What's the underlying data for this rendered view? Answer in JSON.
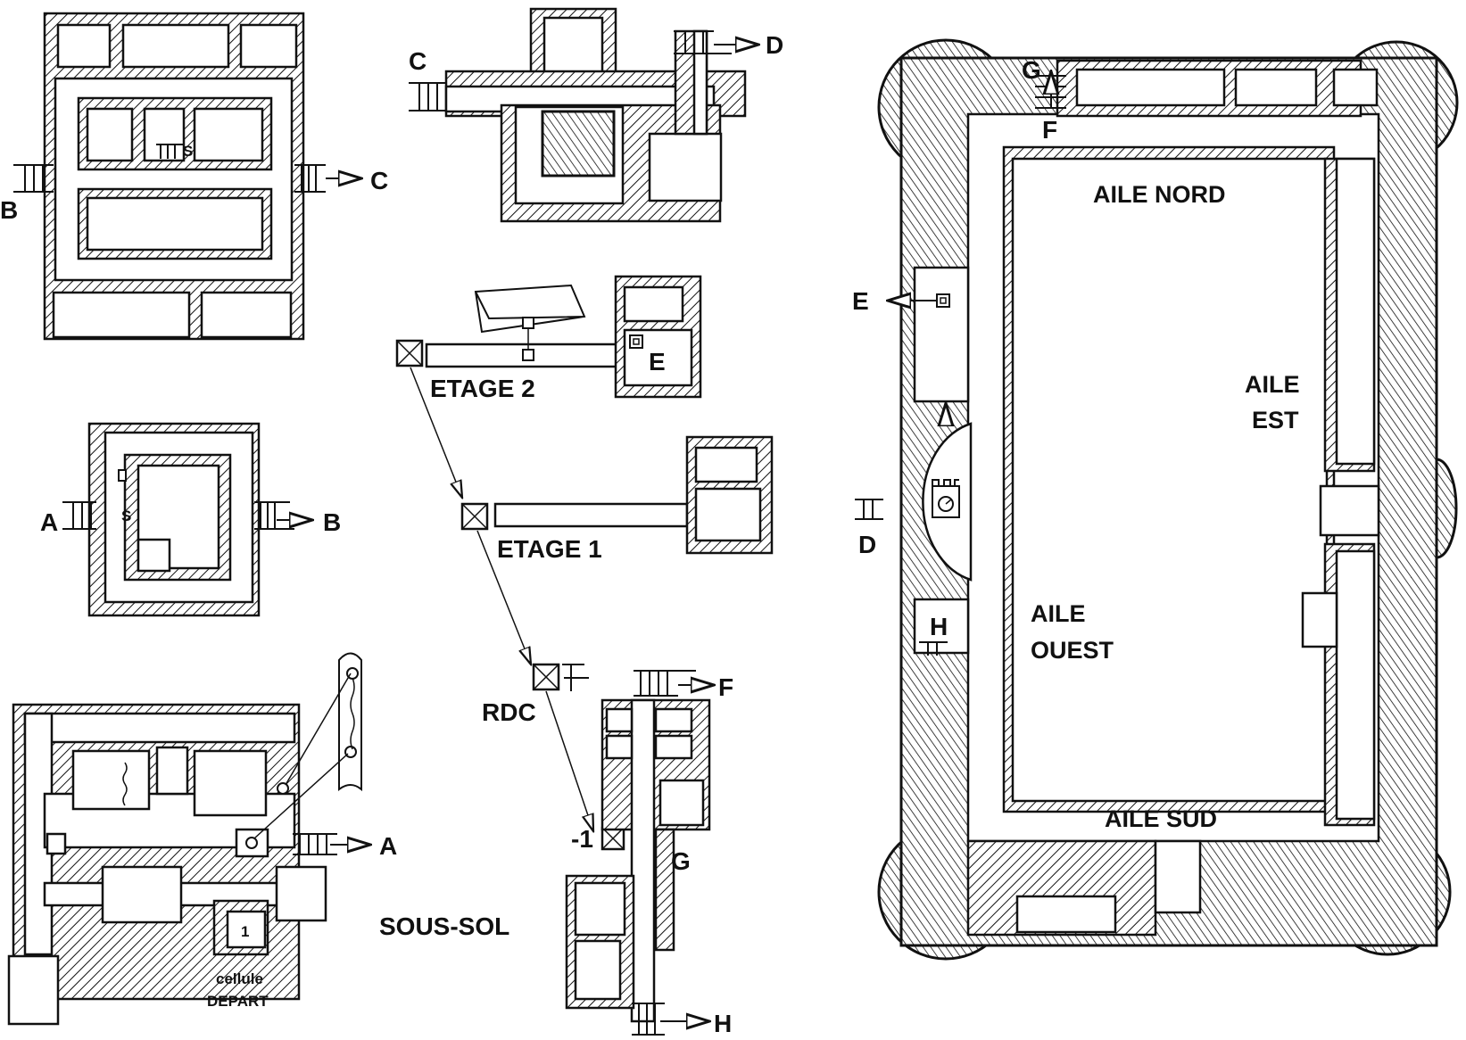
{
  "title": "Castle floor plans",
  "floors": {
    "etage2": "ETAGE 2",
    "etage1": "ETAGE 1",
    "rdc": "RDC",
    "sous_sol_level": "-1",
    "sous_sol": "SOUS-SOL"
  },
  "start_cell": {
    "number": "1",
    "line1": "cellule",
    "line2": "DEPART"
  },
  "wings": {
    "north": "AILE NORD",
    "east_line1": "AILE",
    "east_line2": "EST",
    "west_line1": "AILE",
    "west_line2": "OUEST",
    "south": "AILE SUD"
  },
  "connectors": {
    "A": "A",
    "B": "B",
    "C": "C",
    "D": "D",
    "E": "E",
    "F": "F",
    "G": "G",
    "H": "H"
  },
  "symbols": {
    "secret_passage": "S"
  },
  "icons": [
    "door-icon",
    "stairs-icon",
    "elevator-icon",
    "arrow-icon",
    "tower-clock-icon",
    "well-icon"
  ]
}
